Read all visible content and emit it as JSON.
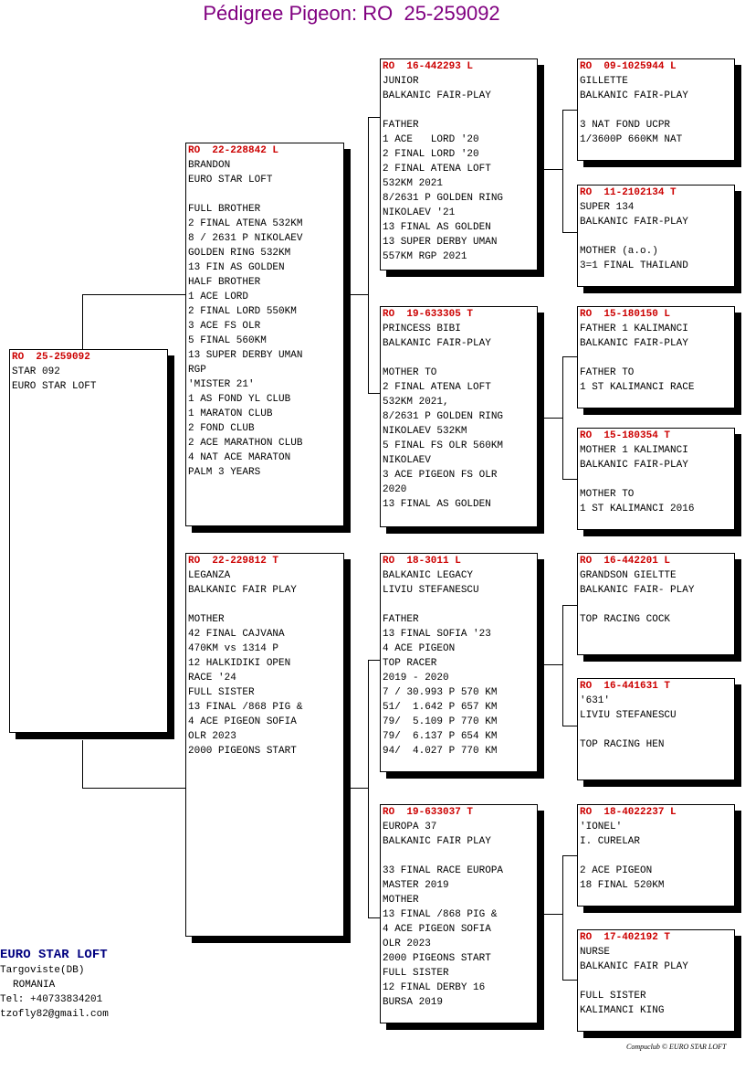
{
  "title": "Pédigree Pigeon: RO  25-259092",
  "pigeons": [
    {
      "ring": "RO  25-259092",
      "lines": [
        "STAR 092",
        "EURO STAR LOFT"
      ]
    },
    {
      "ring": "RO  22-228842 L",
      "lines": [
        "BRANDON",
        "EURO STAR LOFT",
        "",
        "FULL BROTHER",
        "2 FINAL ATENA 532KM",
        "8 / 2631 P NIKOLAEV",
        "GOLDEN RING 532KM",
        "13 FIN AS GOLDEN",
        "HALF BROTHER",
        "1 ACE LORD",
        "2 FINAL LORD 550KM",
        "3 ACE FS OLR",
        "5 FINAL 560KM",
        "13 SUPER DERBY UMAN",
        "RGP",
        "'MISTER 21'",
        "1 AS FOND YL CLUB",
        "1 MARATON CLUB",
        "2 FOND CLUB",
        "2 ACE MARATHON CLUB",
        "4 NAT ACE MARATON",
        "PALM 3 YEARS"
      ]
    },
    {
      "ring": "RO  22-229812 T",
      "lines": [
        "LEGANZA",
        "BALKANIC FAIR PLAY",
        "",
        "MOTHER",
        "42 FINAL CAJVANA",
        "470KM vs 1314 P",
        "12 HALKIDIKI OPEN",
        "RACE '24",
        "FULL SISTER",
        "13 FINAL /868 PIG &",
        "4 ACE PIGEON SOFIA",
        "OLR 2023",
        "2000 PIGEONS START"
      ]
    },
    {
      "ring": "RO  16-442293 L",
      "lines": [
        "JUNIOR",
        "BALKANIC FAIR-PLAY",
        "",
        "FATHER",
        "1 ACE   LORD '20",
        "2 FINAL LORD '20",
        "2 FINAL ATENA LOFT",
        "532KM 2021",
        "8/2631 P GOLDEN RING",
        "NIKOLAEV '21",
        "13 FINAL AS GOLDEN",
        "13 SUPER DERBY UMAN",
        "557KM RGP 2021"
      ]
    },
    {
      "ring": "RO  19-633305 T",
      "lines": [
        "PRINCESS BIBI",
        "BALKANIC FAIR-PLAY",
        "",
        "MOTHER TO",
        "2 FINAL ATENA LOFT",
        "532KM 2021,",
        "8/2631 P GOLDEN RING",
        "NIKOLAEV 532KM",
        "5 FINAL FS OLR 560KM",
        "NIKOLAEV",
        "3 ACE PIGEON FS OLR",
        "2020",
        "13 FINAL AS GOLDEN"
      ]
    },
    {
      "ring": "RO  18-3011 L",
      "lines": [
        "BALKANIC LEGACY",
        "LIVIU STEFANESCU",
        "",
        "FATHER",
        "13 FINAL SOFIA '23",
        "4 ACE PIGEON",
        "TOP RACER",
        "2019 - 2020",
        "7 / 30.993 P 570 KM",
        "51/  1.642 P 657 KM",
        "79/  5.109 P 770 KM",
        "79/  6.137 P 654 KM",
        "94/  4.027 P 770 KM"
      ]
    },
    {
      "ring": "RO  19-633037 T",
      "lines": [
        "EUROPA 37",
        "BALKANIC FAIR PLAY",
        "",
        "33 FINAL RACE EUROPA",
        "MASTER 2019",
        "MOTHER",
        "13 FINAL /868 PIG &",
        "4 ACE PIGEON SOFIA",
        "OLR 2023",
        "2000 PIGEONS START",
        "FULL SISTER",
        "12 FINAL DERBY 16",
        "BURSA 2019"
      ]
    },
    {
      "ring": "RO  09-1025944 L",
      "lines": [
        "GILLETTE",
        "BALKANIC FAIR-PLAY",
        "",
        "3 NAT FOND UCPR",
        "1/3600P 660KM NAT"
      ]
    },
    {
      "ring": "RO  11-2102134 T",
      "lines": [
        "SUPER 134",
        "BALKANIC FAIR-PLAY",
        "",
        "MOTHER (a.o.)",
        "3=1 FINAL THAILAND"
      ]
    },
    {
      "ring": "RO  15-180150 L",
      "lines": [
        "FATHER 1 KALIMANCI",
        "BALKANIC FAIR-PLAY",
        "",
        "FATHER TO",
        "1 ST KALIMANCI RACE"
      ]
    },
    {
      "ring": "RO  15-180354 T",
      "lines": [
        "MOTHER 1 KALIMANCI",
        "BALKANIC FAIR-PLAY",
        "",
        "MOTHER TO",
        "1 ST KALIMANCI 2016"
      ]
    },
    {
      "ring": "RO  16-442201 L",
      "lines": [
        "GRANDSON GIELTTE",
        "BALKANIC FAIR- PLAY",
        "",
        "TOP RACING COCK"
      ]
    },
    {
      "ring": "RO  16-441631 T",
      "lines": [
        "'631'",
        "LIVIU STEFANESCU",
        "",
        "TOP RACING HEN"
      ]
    },
    {
      "ring": "RO  18-4022237 L",
      "lines": [
        "'IONEL'",
        "I. CURELAR",
        "",
        "2 ACE PIGEON",
        "18 FINAL 520KM"
      ]
    },
    {
      "ring": "RO  17-402192 T",
      "lines": [
        "NURSE",
        "BALKANIC FAIR PLAY",
        "",
        "FULL SISTER",
        "KALIMANCI KING"
      ]
    }
  ],
  "loft": {
    "name": "EURO STAR LOFT",
    "city": "Targoviste(DB)",
    "country": "ROMANIA",
    "phone": "Tel: +40733834201",
    "email": "tzofly82@gmail.com"
  },
  "credit": "Compuclub © EURO STAR LOFT",
  "colors": {
    "title": "#800080",
    "ring": "#cc0000",
    "loft_name": "#000080"
  }
}
